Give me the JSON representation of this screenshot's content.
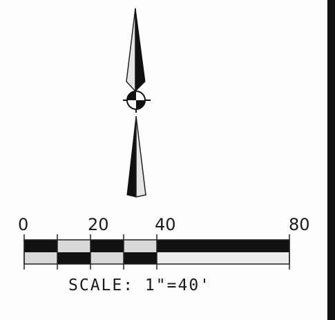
{
  "north_arrow": {
    "icon": "north-arrow-icon"
  },
  "scale_bar": {
    "tick_labels": [
      "0",
      "20",
      "40",
      "80"
    ],
    "caption": "SCALE: 1\"=40'",
    "colors": {
      "dark": "#111111",
      "light": "#d9d9d9",
      "outline": "#222222"
    }
  }
}
